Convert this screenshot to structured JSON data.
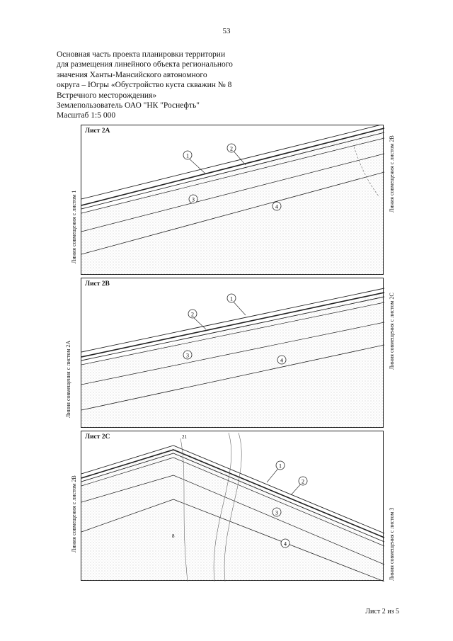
{
  "page_number": "53",
  "title_lines": [
    "Основная часть проекта планировки территории",
    "для размещения линейного объекта регионального",
    "значения Ханты-Мансийского автономного",
    "округа – Югры «Обустройство куста скважин № 8",
    "Встречного месторождения»",
    "Землепользователь ОАО \"НК \"Роснефть\"",
    "Масштаб 1:5 000"
  ],
  "sheets": [
    {
      "label": "Лист 2А",
      "left_label": "Линия совмещения с листом 1",
      "right_label": "Линия совмещения с листом 2В",
      "markers": [
        "1",
        "2",
        "3",
        "4"
      ]
    },
    {
      "label": "Лист 2В",
      "left_label": "Линия совмещения с листом 2А",
      "right_label": "Линия совмещения с листом 2С",
      "markers": [
        "1",
        "2",
        "3",
        "4"
      ]
    },
    {
      "label": "Лист 2С",
      "left_label": "Линия совмещения с листом 2В",
      "right_label": "Линия совмещения с листом 3",
      "markers": [
        "1",
        "2",
        "3",
        "4"
      ],
      "extra_labels": [
        "21",
        "8"
      ]
    }
  ],
  "footer": "Лист 2 из 5",
  "colors": {
    "lines": "#222222",
    "stipple": "#9a9a9a",
    "background": "#ffffff"
  }
}
